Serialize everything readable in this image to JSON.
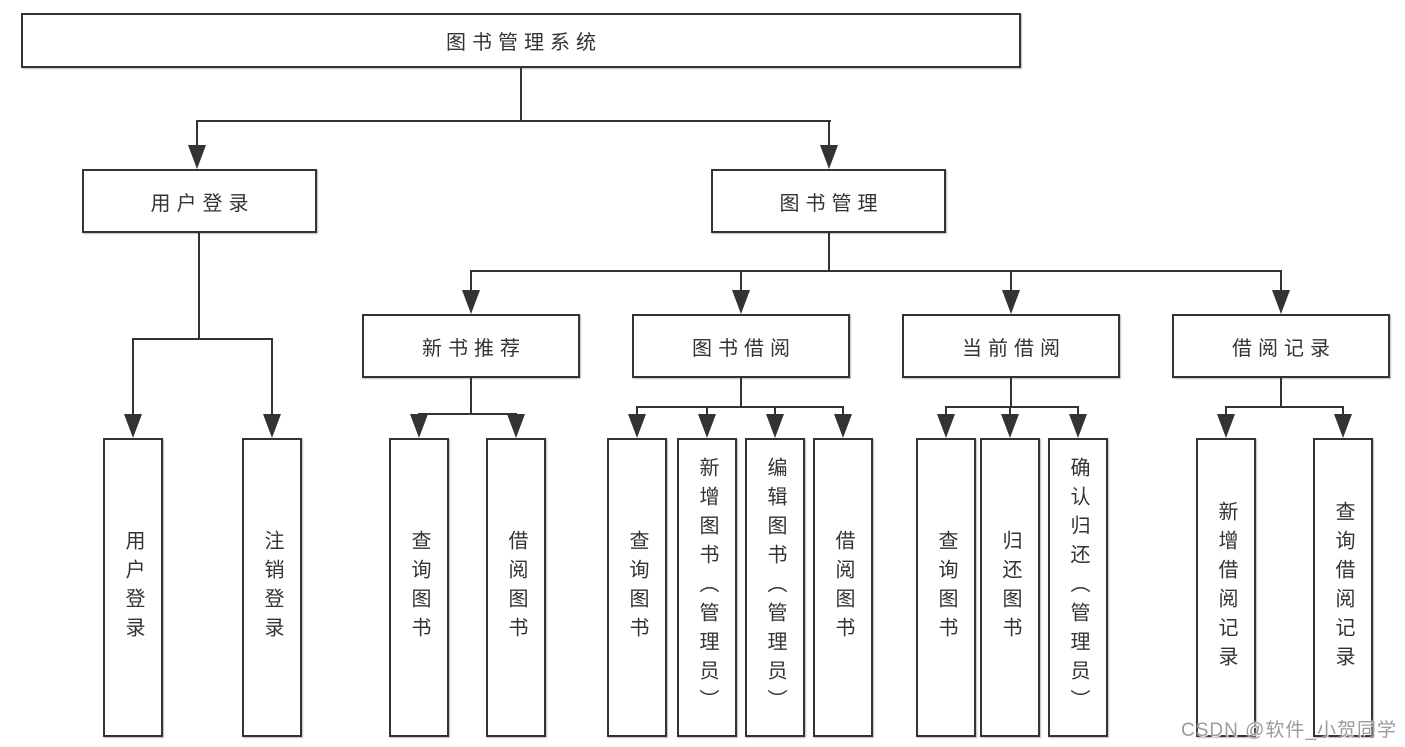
{
  "diagram": {
    "root": {
      "label": "图书管理系统"
    },
    "level2": [
      {
        "label": "用户登录",
        "children": [
          "用户登录",
          "注销登录"
        ]
      },
      {
        "label": "图书管理",
        "children": []
      }
    ],
    "level3": [
      {
        "label": "新书推荐",
        "children": [
          "查询图书",
          "借阅图书"
        ]
      },
      {
        "label": "图书借阅",
        "children": [
          "查询图书",
          "新增图书（管理员）",
          "编辑图书（管理员）",
          "借阅图书"
        ]
      },
      {
        "label": "当前借阅",
        "children": [
          "查询图书",
          "归还图书",
          "确认归还（管理员）"
        ]
      },
      {
        "label": "借阅记录",
        "children": [
          "新增借阅记录",
          "查询借阅记录"
        ]
      }
    ]
  },
  "watermark": {
    "text": "CSDN @软件_小贺同学"
  },
  "colors": {
    "line": "#333333",
    "text": "#333333",
    "box_bg": "#ffffff",
    "page_bg": "#ffffff",
    "watermark": "#9c9c9c"
  }
}
